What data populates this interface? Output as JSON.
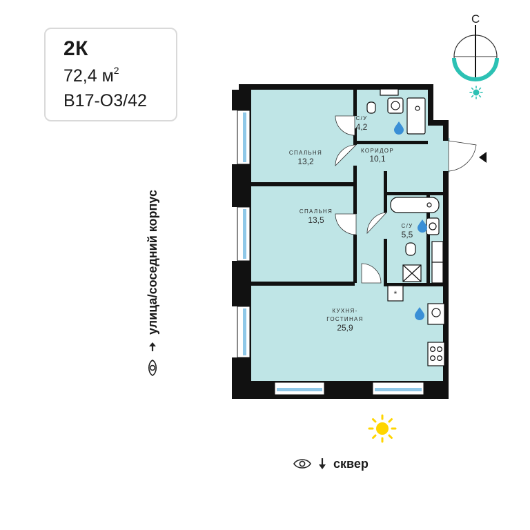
{
  "apartment": {
    "type": "2К",
    "area_value": "72,4 м",
    "area_unit_sup": "2",
    "code": "В17-О3/42"
  },
  "rooms": {
    "bedroom1": {
      "name": "СПАЛЬНЯ",
      "area": "13,2"
    },
    "bathroom1": {
      "name": "С/У",
      "area": "4,2"
    },
    "corridor": {
      "name": "КОРИДОР",
      "area": "10,1"
    },
    "bedroom2": {
      "name": "СПАЛЬНЯ",
      "area": "13,5"
    },
    "bathroom2": {
      "name": "С/У",
      "area": "5,5"
    },
    "kitchen_living": {
      "name_line1": "КУХНЯ-",
      "name_line2": "ГОСТИНАЯ",
      "area": "25,9"
    },
    "ventilation_mark": "*"
  },
  "compass": {
    "north_letter": "С"
  },
  "views": {
    "side_caption": "улица/соседний корпус",
    "bottom_caption": "сквер"
  },
  "colors": {
    "room_fill": "#bfe5e6",
    "wall": "#111111",
    "window": "#8fc8e8",
    "accent_teal": "#2cc1b4",
    "sun_yellow": "#ffd500",
    "water_drop": "#3a8fd6"
  },
  "icons": [
    "eye-icon",
    "arrow-up-icon",
    "arrow-down-icon",
    "sun-icon",
    "compass-icon",
    "water-drop-icon",
    "entrance-triangle-icon"
  ]
}
